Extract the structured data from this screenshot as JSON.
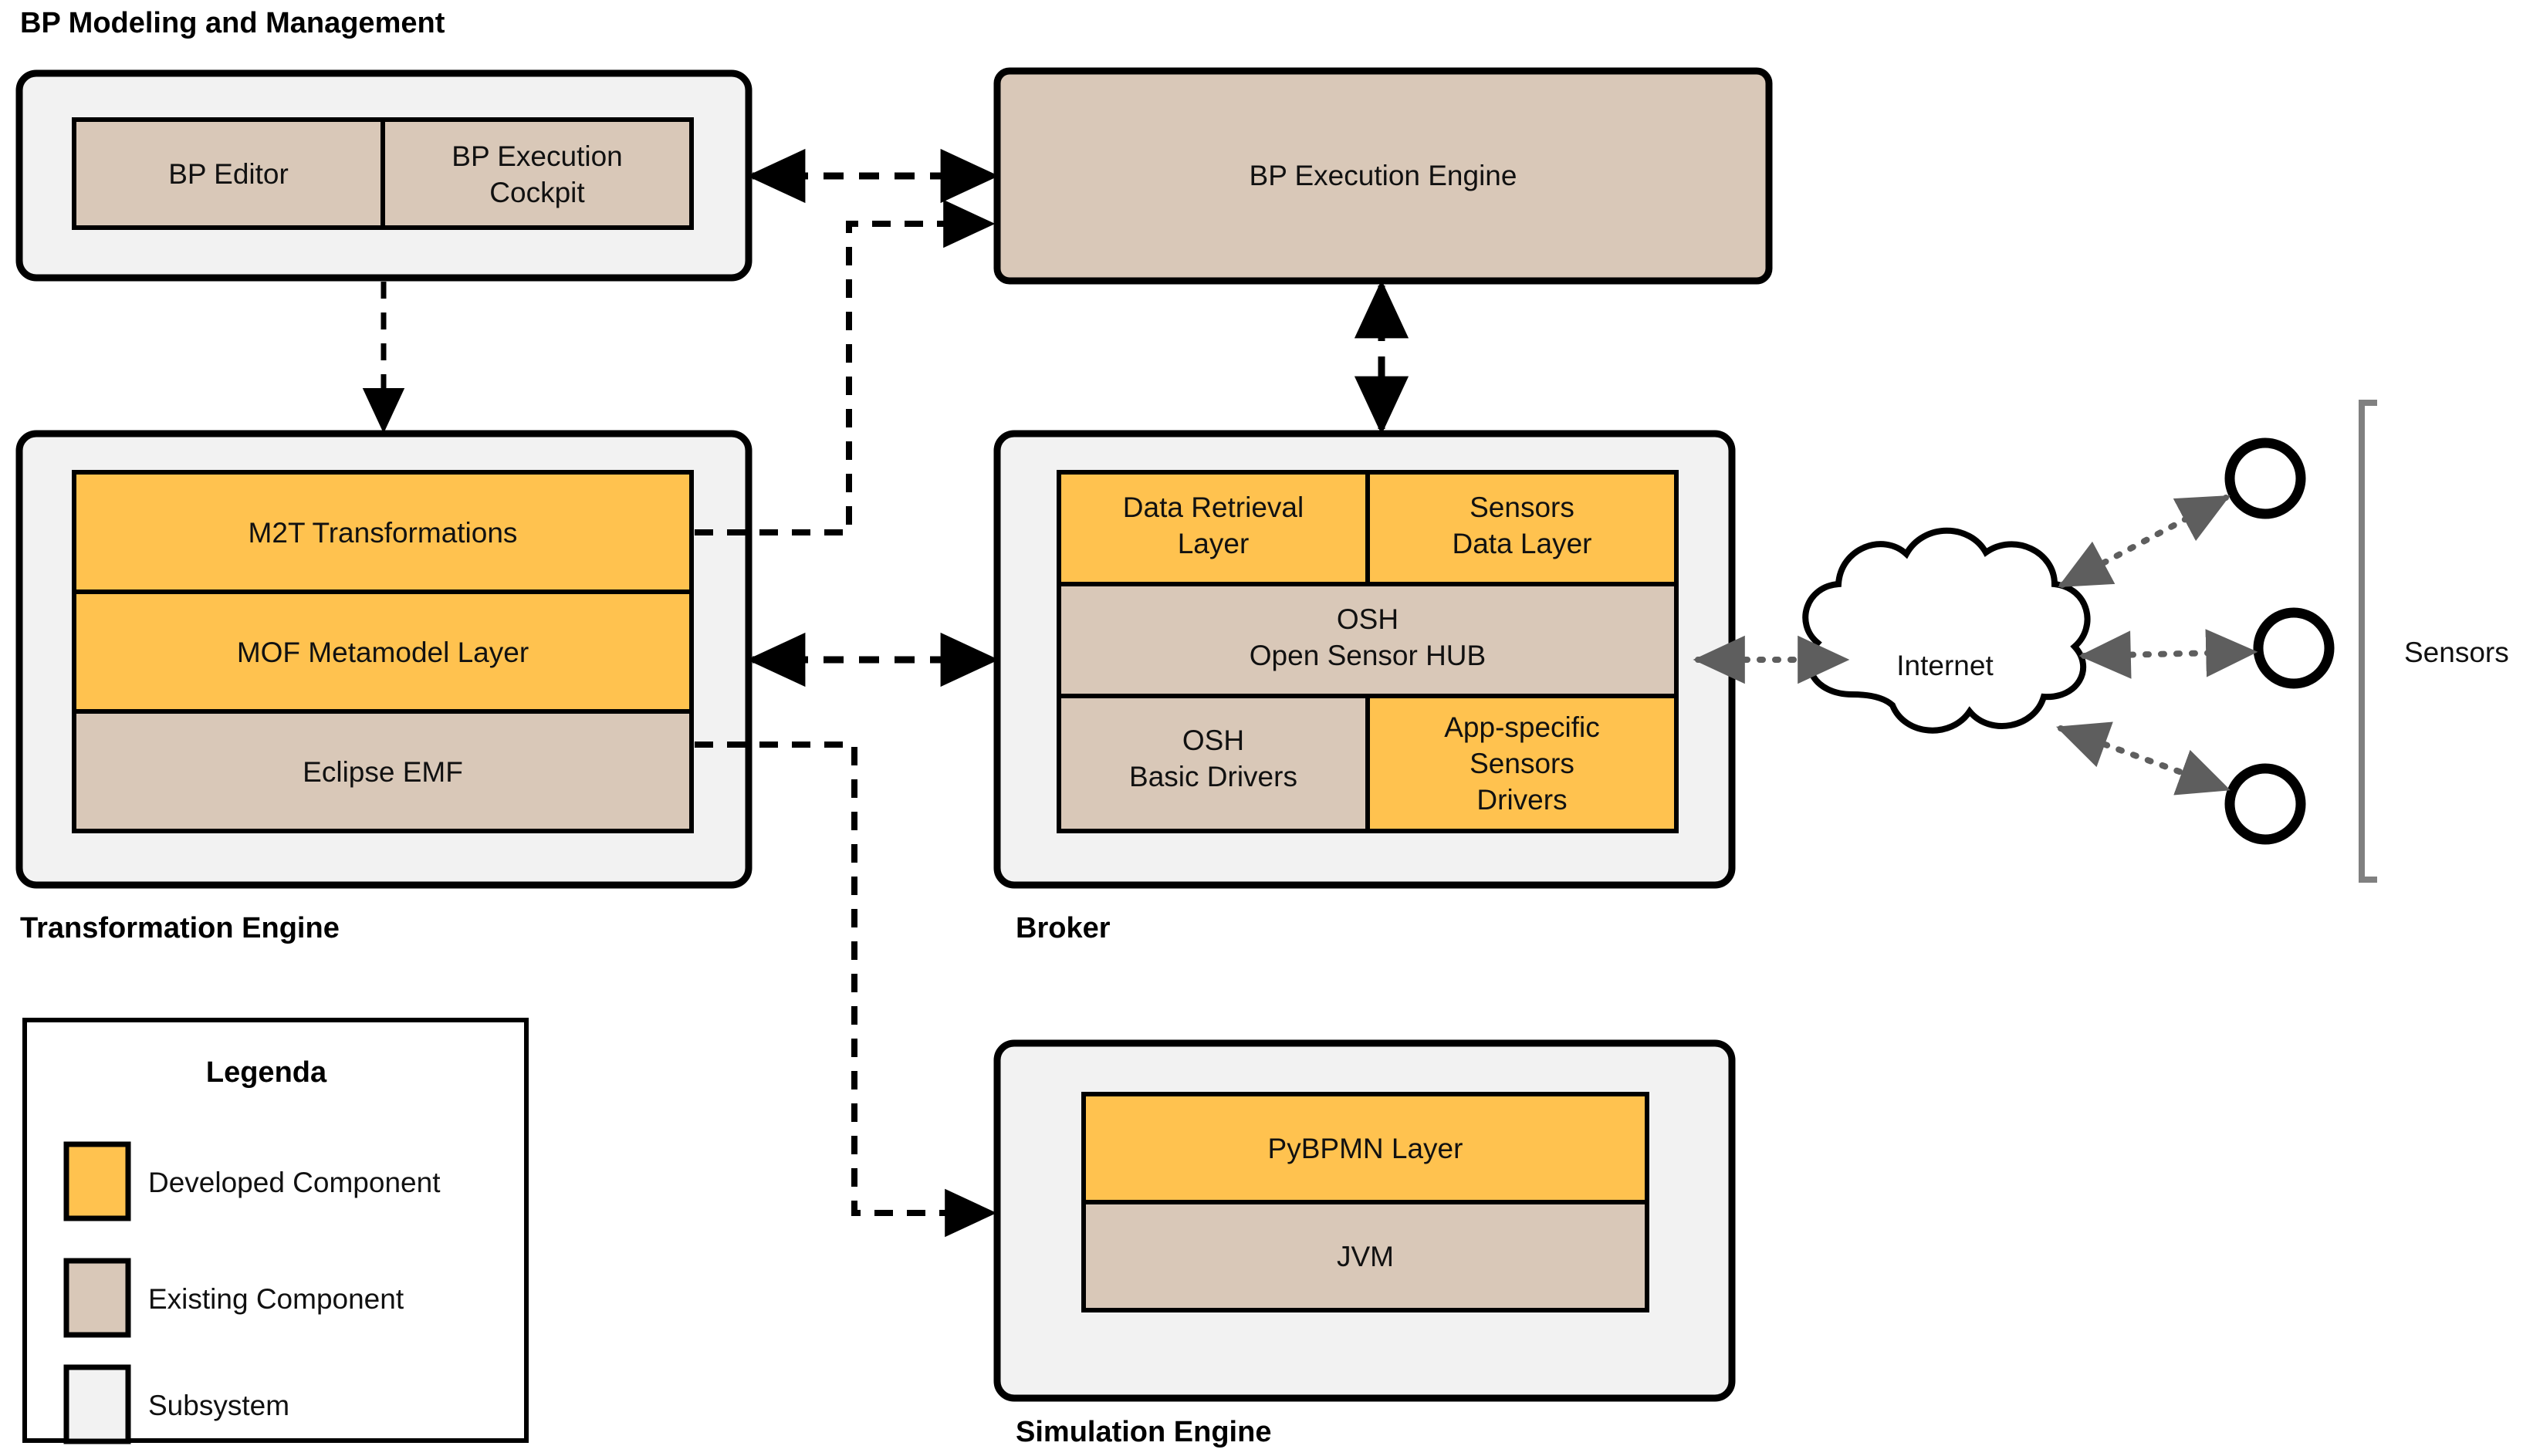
{
  "colors": {
    "developed": "#FFC24F",
    "existing": "#D9C8B8",
    "subsystem": "#F2F2F2",
    "outline": "#000000",
    "dotted_gray": "#5E5E5E",
    "bracket_gray": "#808080",
    "background": "#FFFFFF"
  },
  "subsystems": {
    "bp_modeling": {
      "label": "BP Modeling and Management",
      "label_position": "top",
      "components": [
        {
          "label": "BP Editor",
          "kind": "existing"
        },
        {
          "label": "BP Execution\nCockpit",
          "kind": "existing"
        }
      ]
    },
    "transformation_engine": {
      "label": "Transformation Engine",
      "label_position": "bottom",
      "components": [
        {
          "label": "M2T Transformations",
          "kind": "developed"
        },
        {
          "label": "MOF Metamodel Layer",
          "kind": "developed"
        },
        {
          "label": "Eclipse EMF",
          "kind": "existing"
        }
      ]
    },
    "broker": {
      "label": "Broker",
      "label_position": "bottom",
      "components": [
        {
          "label": "Data Retrieval\nLayer",
          "kind": "developed"
        },
        {
          "label": "Sensors\nData Layer",
          "kind": "developed"
        },
        {
          "label": "OSH\nOpen Sensor HUB",
          "kind": "existing"
        },
        {
          "label": "OSH\nBasic Drivers",
          "kind": "existing"
        },
        {
          "label": "App-specific\nSensors\nDrivers",
          "kind": "developed"
        }
      ]
    },
    "simulation_engine": {
      "label": "Simulation Engine",
      "label_position": "bottom",
      "components": [
        {
          "label": "PyBPMN Layer",
          "kind": "developed"
        },
        {
          "label": "JVM",
          "kind": "existing"
        }
      ]
    }
  },
  "standalone": {
    "bp_execution_engine": {
      "label": "BP Execution Engine",
      "kind": "existing"
    },
    "internet_cloud": {
      "label": "Internet"
    },
    "sensors_group": {
      "label": "Sensors",
      "count": 3
    }
  },
  "legend": {
    "title": "Legenda",
    "items": [
      {
        "label": "Developed Component",
        "swatch": "developed"
      },
      {
        "label": "Existing Component",
        "swatch": "existing"
      },
      {
        "label": "Subsystem",
        "swatch": "subsystem"
      }
    ]
  },
  "connections": [
    {
      "from": "bp-modeling",
      "to": "bp-execution-engine",
      "style": "dashed",
      "arrows": "both"
    },
    {
      "from": "bp-modeling",
      "to": "transformation-engine",
      "style": "dashed",
      "arrows": "end"
    },
    {
      "from": "transformation-engine-m2t",
      "to": "bp-execution-engine",
      "style": "dashed",
      "arrows": "end"
    },
    {
      "from": "transformation-engine",
      "to": "broker",
      "style": "dashed",
      "arrows": "both"
    },
    {
      "from": "transformation-engine-emf",
      "to": "simulation-engine",
      "style": "dashed",
      "arrows": "end"
    },
    {
      "from": "bp-execution-engine",
      "to": "broker",
      "style": "dashed",
      "arrows": "both"
    },
    {
      "from": "broker",
      "to": "internet",
      "style": "dotted",
      "arrows": "both"
    },
    {
      "from": "internet",
      "to": "sensor-1",
      "style": "dotted",
      "arrows": "both"
    },
    {
      "from": "internet",
      "to": "sensor-2",
      "style": "dotted",
      "arrows": "both"
    },
    {
      "from": "internet",
      "to": "sensor-3",
      "style": "dotted",
      "arrows": "both"
    }
  ]
}
